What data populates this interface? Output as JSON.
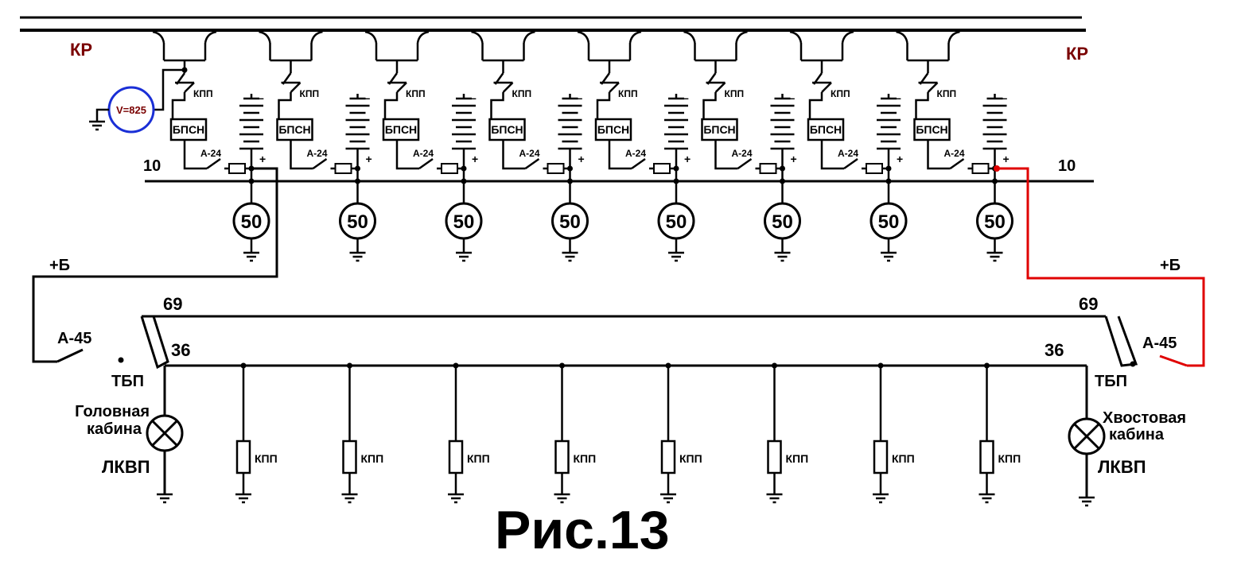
{
  "labels": {
    "kr_left": "КР",
    "kr_right": "КР",
    "voltmeter": "V=825",
    "bpsn": "БПСН",
    "kpp": "КПП",
    "a24": "А-24",
    "minus": "–",
    "plus": "+",
    "bus10_left": "10",
    "bus10_right": "10",
    "fifty": "50",
    "plus_b_left": "+Б",
    "plus_b_right": "+Б",
    "wire69_left": "69",
    "wire69_right": "69",
    "wire36_left": "36",
    "wire36_right": "36",
    "a45_left": "А-45",
    "a45_right": "А-45",
    "tbp_left": "ТБП",
    "tbp_right": "ТБП",
    "head_cab_1": "Головная",
    "head_cab_2": "кабина",
    "tail_cab_1": "Хвостовая",
    "tail_cab_2": "кабина",
    "lkvp_left": "ЛКВП",
    "lkvp_right": "ЛКВП",
    "title": "Рис.13"
  },
  "colors": {
    "wire": "#000000",
    "active_wire": "#e00000",
    "kr_text": "#7a0000",
    "voltmeter_ring": "#1a2fd6"
  },
  "car_count": 8
}
